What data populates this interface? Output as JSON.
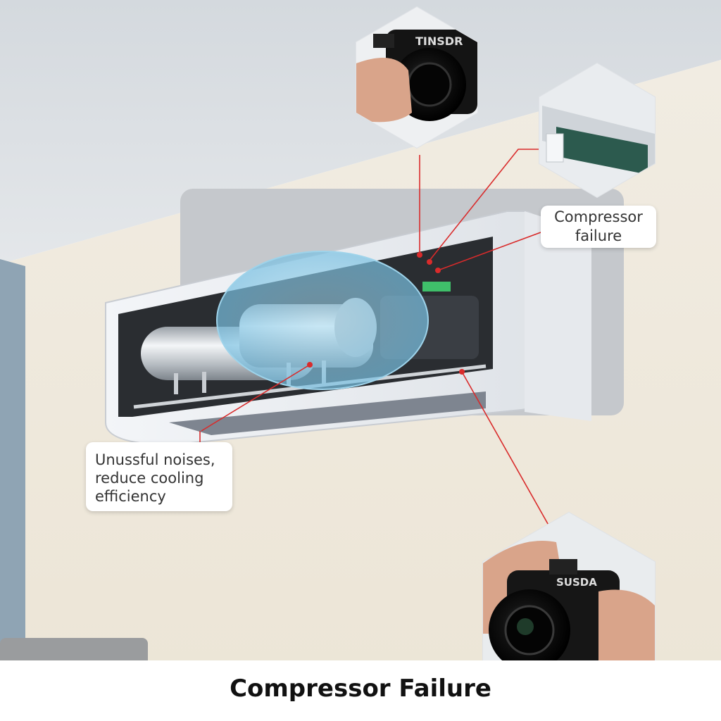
{
  "callouts": {
    "compressor": {
      "lines": [
        "Compressor",
        "failure"
      ]
    },
    "noises": {
      "lines": [
        "Unussful noises,",
        "reduce cooling",
        "efficiency"
      ]
    }
  },
  "camera_top": {
    "brand": "TINSDR"
  },
  "camera_bottom": {
    "brand": "SUSDA"
  },
  "caption": {
    "title": "Compressor Failure"
  },
  "colors": {
    "ceiling": "#dde1e5",
    "wall": "#efe9dd",
    "side_wall": "#8fa4b4",
    "unit_body": "#eef0f3",
    "pointer_red": "#d92b2b",
    "highlight_blue": "#8ecbe8",
    "pipe_green": "#3fbf6a"
  },
  "icons": [
    "camera-icon",
    "red-marker-icon"
  ]
}
